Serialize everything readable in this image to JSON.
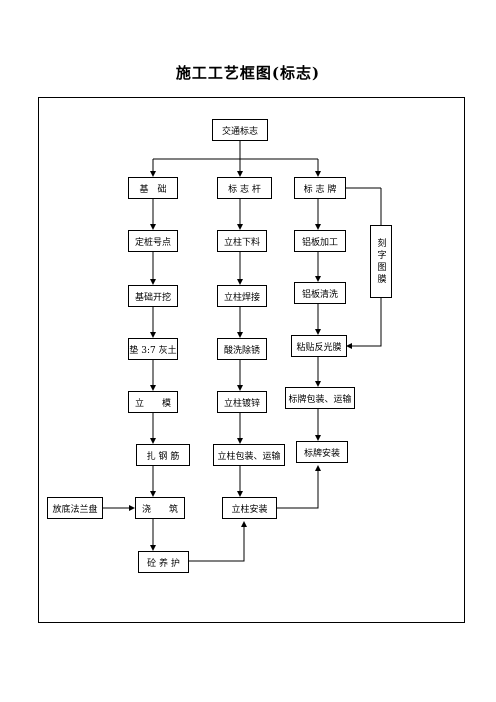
{
  "title": "施工工艺框图(标志)",
  "nodes": {
    "top": "交通标志",
    "col1": [
      "基　础",
      "定桩号点",
      "基础开挖",
      "垫 3:7 灰土",
      "立　　模",
      "扎 钢 筋",
      "浇　　筑",
      "砼 养 护"
    ],
    "side_left": "放底法兰盘",
    "col2": [
      "标 志 杆",
      "立柱下料",
      "立柱焊接",
      "酸洗除锈",
      "立柱镀锌",
      "立柱包装、运输",
      "立柱安装"
    ],
    "col3": [
      "标 志 牌",
      "铝板加工",
      "铝板清洗",
      "粘贴反光膜",
      "标牌包装、运输",
      "标牌安装"
    ],
    "side_right": "刻字图膜"
  }
}
